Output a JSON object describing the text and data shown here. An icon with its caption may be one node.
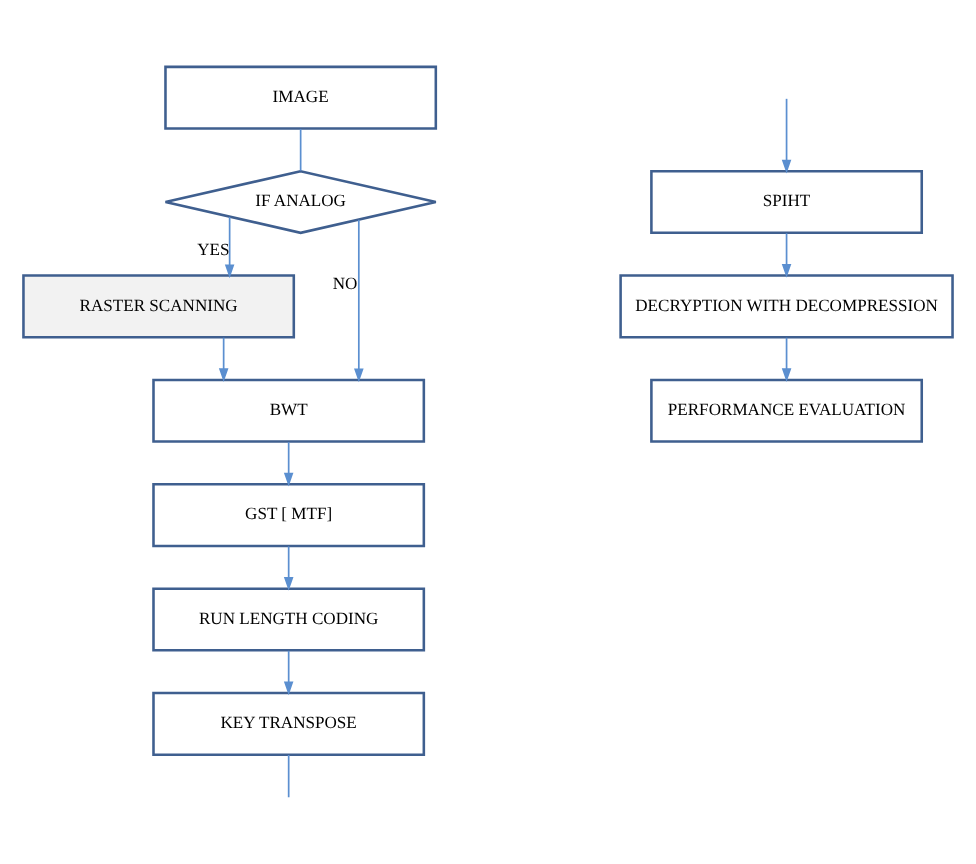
{
  "diagram": {
    "nodes": [
      {
        "text": [
          "IMAGE"
        ]
      },
      {
        "text": [
          "IF ANALOG"
        ]
      },
      {
        "text": [
          "RASTER SCANNING"
        ]
      },
      {
        "text": [
          "BWT"
        ]
      },
      {
        "text": [
          "GST [ MTF]"
        ]
      },
      {
        "text": [
          "RUN LENGTH CODING"
        ]
      },
      {
        "text": [
          "KEY TRANSPOSE"
        ]
      },
      {
        "text": [
          "SPIHT"
        ]
      },
      {
        "text": [
          "DECRYPTION WITH DECOMPRESSION"
        ]
      },
      {
        "text": [
          "PERFORMANCE EVALUATION"
        ]
      }
    ],
    "edges": [
      {
        "from": 0,
        "to": 1,
        "arrow": "none"
      },
      {
        "from": 1,
        "to": 2,
        "arrow": "to",
        "label": "YES"
      },
      {
        "from": 1,
        "to": 3,
        "arrow": "to",
        "label": "NO"
      },
      {
        "from": 2,
        "to": 3,
        "arrow": "to"
      },
      {
        "from": 3,
        "to": 4,
        "arrow": "to"
      },
      {
        "from": 4,
        "to": 5,
        "arrow": "to"
      },
      {
        "from": 5,
        "to": 6,
        "arrow": "to"
      },
      {
        "from": 6,
        "to": null,
        "arrow": "none"
      },
      {
        "from": null,
        "to": 7,
        "arrow": "to"
      },
      {
        "from": 7,
        "to": 8,
        "arrow": "to"
      },
      {
        "from": 8,
        "to": 9,
        "arrow": "to"
      }
    ]
  }
}
